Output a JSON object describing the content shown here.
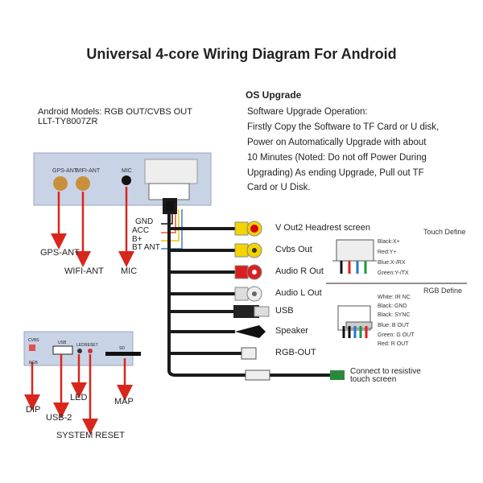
{
  "title": "Universal 4-core Wiring Diagram For  Android",
  "models": {
    "line1": "Android Models:  RGB OUT/CVBS OUT",
    "line2": "LLT-TY8007ZR"
  },
  "os_upgrade": {
    "heading": "OS Upgrade",
    "lines": [
      "Software Upgrade Operation:",
      "Firstly Copy the Software to TF Card or U disk,",
      "Power on Automatically  Upgrade with about",
      "10 Minutes (Noted: Do not off Power During",
      "Upgrading) As ending Upgrade, Pull out TF",
      "Card or U Disk."
    ]
  },
  "top_unit": {
    "port_labels": [
      "GPS-ANT",
      "WIFI-ANT",
      "MIC"
    ],
    "power_wires": [
      "GND",
      "ACC",
      "B+",
      "BT ANT"
    ],
    "arrow_labels": [
      "GPS-ANT",
      "WIFI-ANT",
      "MIC"
    ]
  },
  "outputs": [
    "V Out2 Headrest screen",
    "Cvbs  Out",
    "Audio R Out",
    "Audio L Out",
    "USB",
    "Speaker",
    "RGB-OUT",
    "Connect to resistive touch screen"
  ],
  "touch_define": {
    "heading": "Touch Define",
    "pins": [
      "Black:X+",
      "Red:Y+",
      "Blue:X-/RX",
      "Green:Y-/TX"
    ]
  },
  "rgb_define": {
    "heading": "RGB Define",
    "pins": [
      "White:   IR NC",
      "Black:    GND",
      "Black:   SYNC",
      "Blue:    B OUT",
      "Green: G OUT",
      "Red:     R OUT"
    ]
  },
  "bottom_unit": {
    "port_labels": [
      "CVBS",
      "RGB",
      "USB",
      "LED",
      "RESET",
      "SD"
    ],
    "arrow_labels": [
      "DIP",
      "USB-2",
      "LED",
      "SYSTEM RESET",
      "MAP"
    ]
  },
  "colors": {
    "arrow": "#d9261c",
    "unit": "#c9d3e6",
    "cable": "#1a1a1a"
  }
}
